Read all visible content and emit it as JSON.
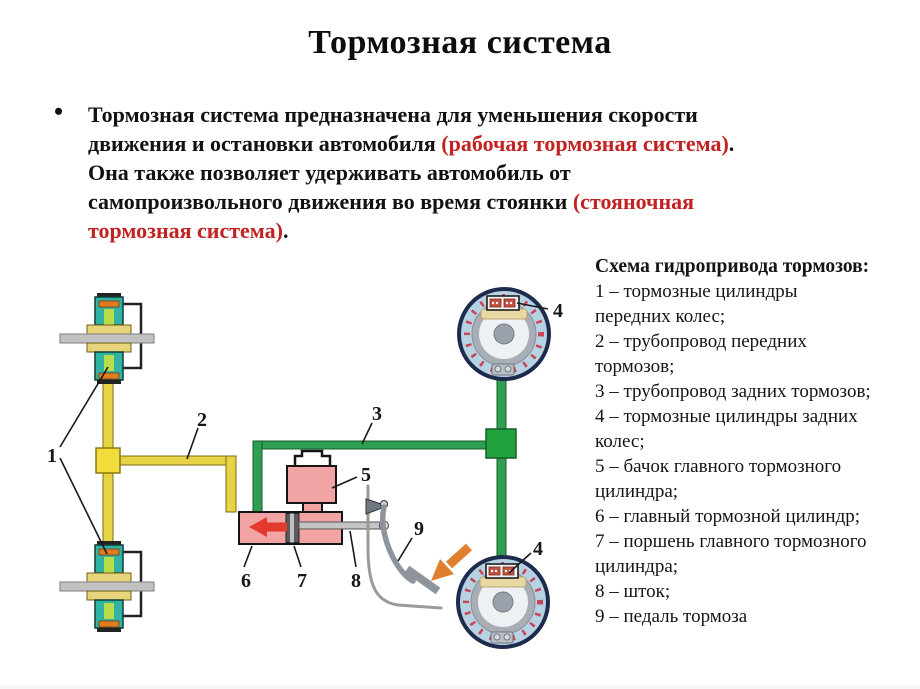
{
  "title": "Тормозная система",
  "paragraph": {
    "bullet": "•",
    "l1": "Тормозная система  предназначена для уменьшения скорости",
    "l2a": "движения и остановки автомобиля ",
    "l2b": "(рабочая тормозная система)",
    "l2c": ".",
    "l3": "Она также позволяет удерживать автомобиль от",
    "l4a": "самопроизвольного движения во время стоянки ",
    "l4b": "(стояночная",
    "l5a": "тормозная система)",
    "l5b": "."
  },
  "legend": {
    "title": "Схема гидропривода тормозов:",
    "items": [
      {
        "lines": [
          "1 – тормозные цилиндры",
          "передних колес;"
        ]
      },
      {
        "lines": [
          "2 – трубопровод передних",
          "тормозов;"
        ]
      },
      {
        "lines": [
          "3 – трубопровод задних тормозов;"
        ]
      },
      {
        "lines": [
          "4 – тормозные цилиндры задних",
          "колес;"
        ]
      },
      {
        "lines": [
          "5 – бачок главного тормозного",
          "цилиндра;"
        ]
      },
      {
        "lines": [
          "6 – главный тормозной цилиндр;"
        ]
      },
      {
        "lines": [
          "7 – поршень главного тормозного",
          "цилиндра;"
        ]
      },
      {
        "lines": [
          "8 – шток;"
        ]
      },
      {
        "lines": [
          "9 – педаль тормоза"
        ]
      }
    ]
  },
  "diagram": {
    "labels": {
      "front_wheels": "1",
      "front_pipe": "2",
      "rear_pipe": "3",
      "rear_cylinder_top": "4",
      "rear_cylinder_bottom": "4",
      "reservoir": "5",
      "master_cylinder": "6",
      "piston": "7",
      "pushrod": "8",
      "pedal": "9"
    },
    "colors": {
      "highlight_red_text": "#c32222",
      "pipe_yellow": "#e8d245",
      "pipe_green": "#2f9e52",
      "junction_green": "#22a23c",
      "cylinder_pink": "#f2a3a3",
      "piston_arrow_red": "#e23b2e",
      "force_arrow_orange": "#e0802f",
      "caliper_teal": "#2fb3a3",
      "drum_rim_navy": "#1d2b4d",
      "drum_fill_blue": "#b6d3e3"
    }
  }
}
